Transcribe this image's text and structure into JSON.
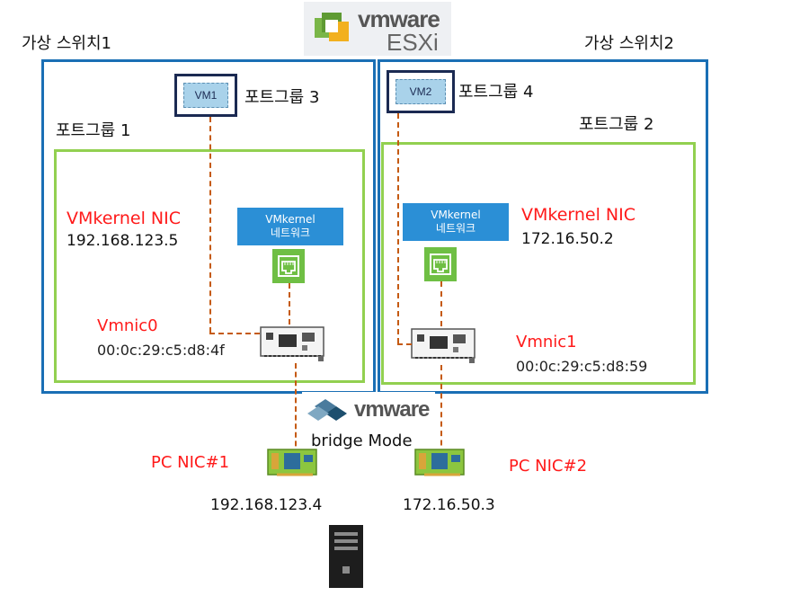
{
  "logo": {
    "brand": "vmware",
    "product": "ESXi"
  },
  "vswitch1": {
    "label": "가상 스위치1",
    "vm": "VM1",
    "vm_portgroup": "포트그룹 3",
    "portgroup": "포트그룹 1",
    "vmkernel_title": "VMkernel NIC",
    "vmkernel_ip": "192.168.123.5",
    "vmkernel_net_line1": "VMkernel",
    "vmkernel_net_line2": "네트워크",
    "vmnic_name": "Vmnic0",
    "vmnic_mac": "00:0c:29:c5:d8:4f"
  },
  "vswitch2": {
    "label": "가상 스위치2",
    "vm": "VM2",
    "vm_portgroup": "포트그룹 4",
    "portgroup": "포트그룹 2",
    "vmkernel_title": "VMkernel NIC",
    "vmkernel_ip": "172.16.50.2",
    "vmkernel_net_line1": "VMkernel",
    "vmkernel_net_line2": "네트워크",
    "vmnic_name": "Vmnic1",
    "vmnic_mac": "00:0c:29:c5:d8:59"
  },
  "bridge": {
    "brand": "vmware",
    "mode": "bridge Mode"
  },
  "pc_nic1": {
    "name": "PC NIC#1",
    "ip": "192.168.123.4"
  },
  "pc_nic2": {
    "name": "PC NIC#2",
    "ip": "172.16.50.3"
  },
  "colors": {
    "vswitch_border": "#1a6fb5",
    "portgroup_border": "#92d050",
    "link": "#c55a11",
    "label_red": "#ff1a1a",
    "vmkernel_fill": "#2b8fd6",
    "port_fill": "#6fbf44"
  }
}
